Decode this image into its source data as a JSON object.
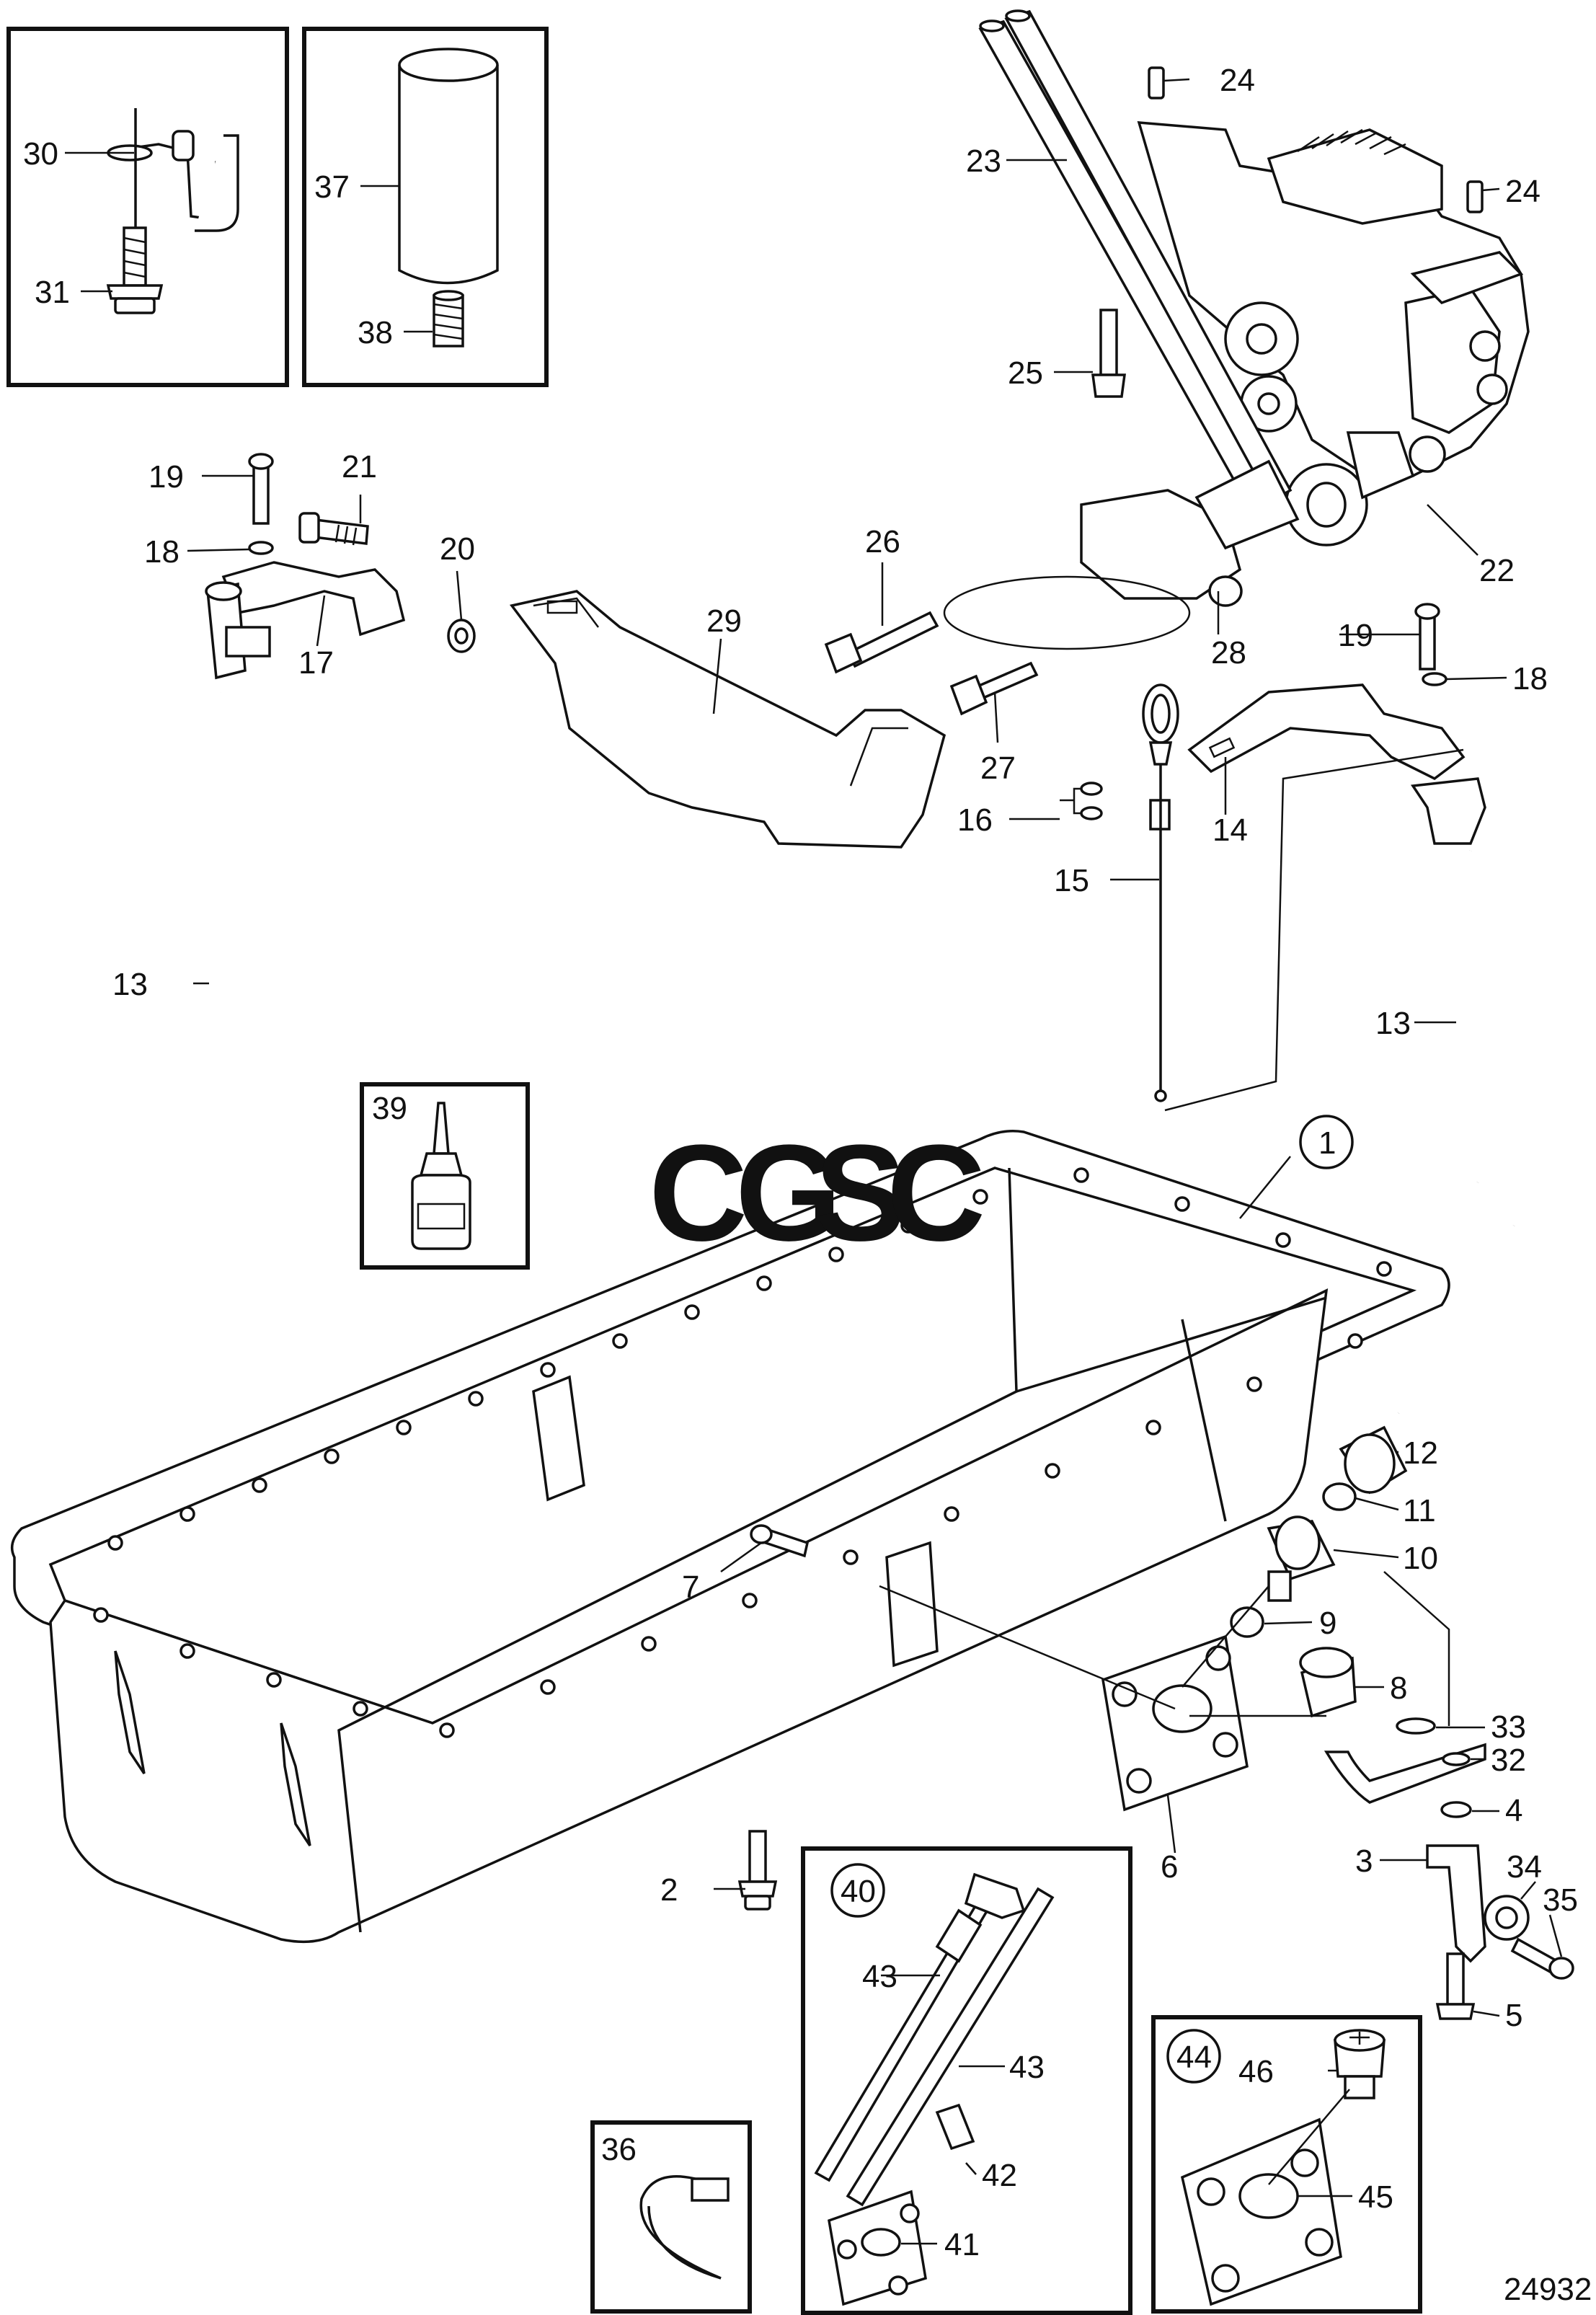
{
  "logo": {
    "c1": "C",
    "g": "G",
    "s": "S",
    "c2": "C"
  },
  "drawing_number": "24932",
  "labels": [
    {
      "id": "1",
      "t": "1"
    },
    {
      "id": "2",
      "t": "2"
    },
    {
      "id": "3",
      "t": "3"
    },
    {
      "id": "4",
      "t": "4"
    },
    {
      "id": "5",
      "t": "5"
    },
    {
      "id": "6",
      "t": "6"
    },
    {
      "id": "7",
      "t": "7"
    },
    {
      "id": "8",
      "t": "8"
    },
    {
      "id": "9",
      "t": "9"
    },
    {
      "id": "10",
      "t": "10"
    },
    {
      "id": "11",
      "t": "11"
    },
    {
      "id": "12",
      "t": "12"
    },
    {
      "id": "13a",
      "t": "13"
    },
    {
      "id": "13b",
      "t": "13"
    },
    {
      "id": "14",
      "t": "14"
    },
    {
      "id": "15",
      "t": "15"
    },
    {
      "id": "16",
      "t": "16"
    },
    {
      "id": "17",
      "t": "17"
    },
    {
      "id": "18a",
      "t": "18"
    },
    {
      "id": "18b",
      "t": "18"
    },
    {
      "id": "19a",
      "t": "19"
    },
    {
      "id": "19b",
      "t": "19"
    },
    {
      "id": "20",
      "t": "20"
    },
    {
      "id": "21",
      "t": "21"
    },
    {
      "id": "22",
      "t": "22"
    },
    {
      "id": "23",
      "t": "23"
    },
    {
      "id": "24a",
      "t": "24"
    },
    {
      "id": "24b",
      "t": "24"
    },
    {
      "id": "25",
      "t": "25"
    },
    {
      "id": "26",
      "t": "26"
    },
    {
      "id": "27",
      "t": "27"
    },
    {
      "id": "28",
      "t": "28"
    },
    {
      "id": "29",
      "t": "29"
    },
    {
      "id": "30",
      "t": "30"
    },
    {
      "id": "31",
      "t": "31"
    },
    {
      "id": "32",
      "t": "32"
    },
    {
      "id": "33",
      "t": "33"
    },
    {
      "id": "34",
      "t": "34"
    },
    {
      "id": "35",
      "t": "35"
    },
    {
      "id": "36",
      "t": "36"
    },
    {
      "id": "37",
      "t": "37"
    },
    {
      "id": "38",
      "t": "38"
    },
    {
      "id": "39",
      "t": "39"
    },
    {
      "id": "40",
      "t": "40"
    },
    {
      "id": "41",
      "t": "41"
    },
    {
      "id": "42",
      "t": "42"
    },
    {
      "id": "43a",
      "t": "43"
    },
    {
      "id": "43b",
      "t": "43"
    },
    {
      "id": "44",
      "t": "44"
    },
    {
      "id": "45",
      "t": "45"
    },
    {
      "id": "46",
      "t": "46"
    }
  ],
  "colors": {
    "line": "#111111",
    "logo_c1": "#4a86e8",
    "logo_g": "#e57373",
    "logo_s": "#f4c430",
    "logo_c2": "#7bc67b"
  }
}
